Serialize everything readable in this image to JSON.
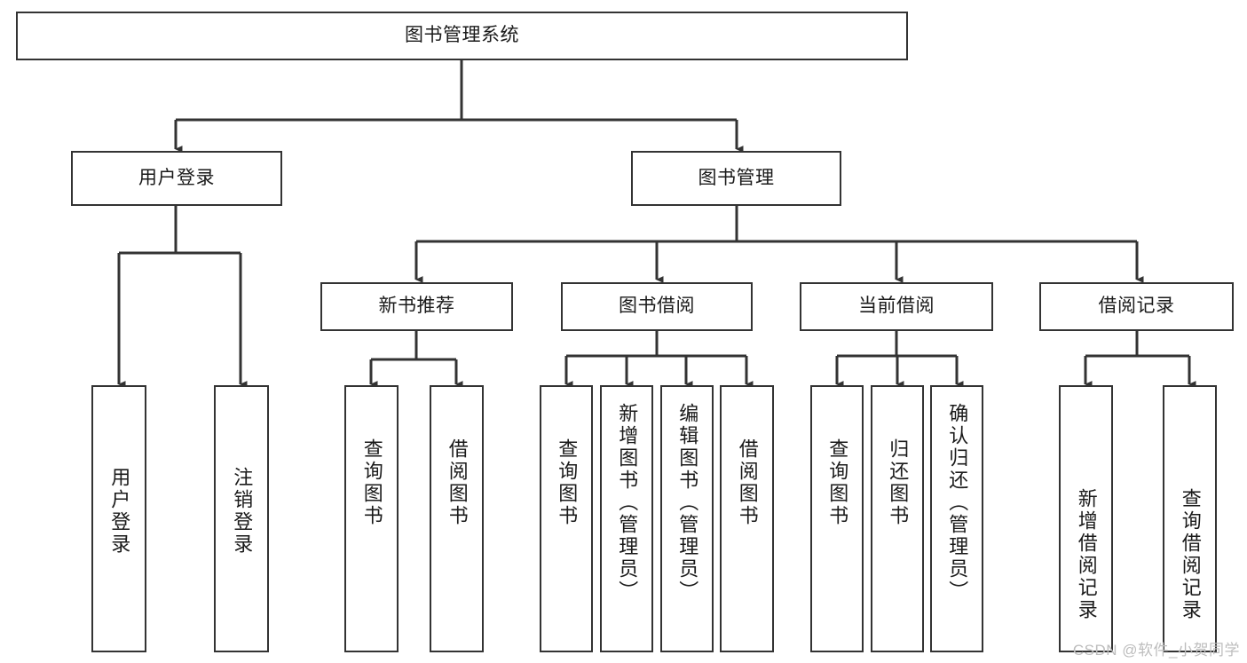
{
  "diagram": {
    "type": "tree",
    "title": "图书管理系统",
    "watermark": "CSDN @软件_小贺同学",
    "colors": {
      "box_border": "#333333",
      "box_fill": "#ffffff",
      "edge": "#333333",
      "text": "#1a1a1a",
      "watermark": "#bdbdbd"
    },
    "nodes": [
      {
        "id": "root",
        "label": "图书管理系统",
        "level": 1,
        "orientation": "horizontal"
      },
      {
        "id": "login",
        "label": "用户登录",
        "level": 2,
        "orientation": "horizontal"
      },
      {
        "id": "bookmgmt",
        "label": "图书管理",
        "level": 2,
        "orientation": "horizontal"
      },
      {
        "id": "newbook",
        "label": "新书推荐",
        "level": 3,
        "orientation": "horizontal"
      },
      {
        "id": "borrow",
        "label": "图书借阅",
        "level": 3,
        "orientation": "horizontal"
      },
      {
        "id": "current",
        "label": "当前借阅",
        "level": 3,
        "orientation": "horizontal"
      },
      {
        "id": "records",
        "label": "借阅记录",
        "level": 3,
        "orientation": "horizontal"
      },
      {
        "id": "l_login",
        "label": "用户登录",
        "level": 4,
        "orientation": "vertical"
      },
      {
        "id": "l_logout",
        "label": "注销登录",
        "level": 4,
        "orientation": "vertical"
      },
      {
        "id": "n_query",
        "label": "查询图书",
        "level": 4,
        "orientation": "vertical"
      },
      {
        "id": "n_borrow",
        "label": "借阅图书",
        "level": 4,
        "orientation": "vertical"
      },
      {
        "id": "b_query",
        "label": "查询图书",
        "level": 4,
        "orientation": "vertical"
      },
      {
        "id": "b_add",
        "label": "新增图书（管理员）",
        "level": 4,
        "orientation": "vertical"
      },
      {
        "id": "b_edit",
        "label": "编辑图书（管理员）",
        "level": 4,
        "orientation": "vertical"
      },
      {
        "id": "b_borrow",
        "label": "借阅图书",
        "level": 4,
        "orientation": "vertical"
      },
      {
        "id": "c_query",
        "label": "查询图书",
        "level": 4,
        "orientation": "vertical"
      },
      {
        "id": "c_return",
        "label": "归还图书",
        "level": 4,
        "orientation": "vertical"
      },
      {
        "id": "c_confirm",
        "label": "确认归还（管理员）",
        "level": 4,
        "orientation": "vertical"
      },
      {
        "id": "r_add",
        "label": "新增借阅记录",
        "level": 4,
        "orientation": "vertical"
      },
      {
        "id": "r_query",
        "label": "查询借阅记录",
        "level": 4,
        "orientation": "vertical"
      }
    ],
    "edges": [
      {
        "from": "root",
        "to": "login"
      },
      {
        "from": "root",
        "to": "bookmgmt"
      },
      {
        "from": "login",
        "to": "l_login"
      },
      {
        "from": "login",
        "to": "l_logout"
      },
      {
        "from": "bookmgmt",
        "to": "newbook"
      },
      {
        "from": "bookmgmt",
        "to": "borrow"
      },
      {
        "from": "bookmgmt",
        "to": "current"
      },
      {
        "from": "bookmgmt",
        "to": "records"
      },
      {
        "from": "newbook",
        "to": "n_query"
      },
      {
        "from": "newbook",
        "to": "n_borrow"
      },
      {
        "from": "borrow",
        "to": "b_query"
      },
      {
        "from": "borrow",
        "to": "b_add"
      },
      {
        "from": "borrow",
        "to": "b_edit"
      },
      {
        "from": "borrow",
        "to": "b_borrow"
      },
      {
        "from": "current",
        "to": "c_query"
      },
      {
        "from": "current",
        "to": "c_return"
      },
      {
        "from": "current",
        "to": "c_confirm"
      },
      {
        "from": "records",
        "to": "r_add"
      },
      {
        "from": "records",
        "to": "r_query"
      }
    ]
  }
}
